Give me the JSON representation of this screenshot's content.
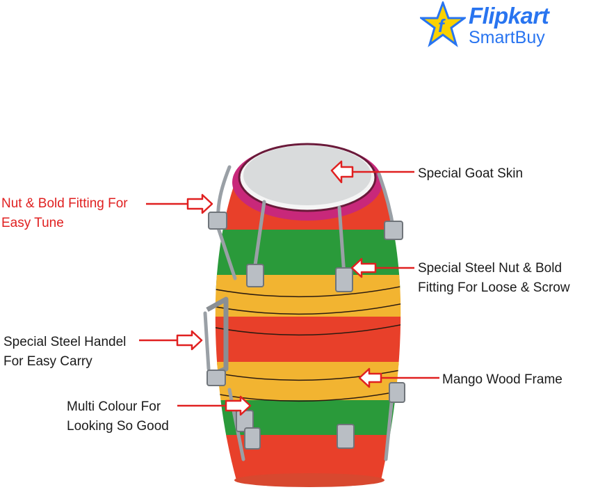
{
  "brand": {
    "title": "Flipkart",
    "subtitle": "SmartBuy",
    "icon": "flipkart-star-icon",
    "color": "#2874f0",
    "accent": "#fcd200"
  },
  "callouts": {
    "nut_bolt": {
      "line1": "Nut & Bold  Fitting For",
      "line2": "Easy Tune"
    },
    "goat_skin": {
      "line1": "Special Goat Skin"
    },
    "steel_nut": {
      "line1": "Special Steel Nut & Bold",
      "line2": "Fitting For Loose & Scrow"
    },
    "handle": {
      "line1": "Special Steel Handel",
      "line2": "For Easy Carry"
    },
    "mango_wood": {
      "line1": "Mango Wood Frame"
    },
    "multi_colour": {
      "line1": "Multi Colour For",
      "line2": "Looking So Good"
    }
  },
  "colors": {
    "arrow": "#e02020",
    "drum_red": "#e8402a",
    "drum_green": "#2a9a3a",
    "drum_yellow": "#f2b431",
    "skin": "#d9dbdc"
  }
}
